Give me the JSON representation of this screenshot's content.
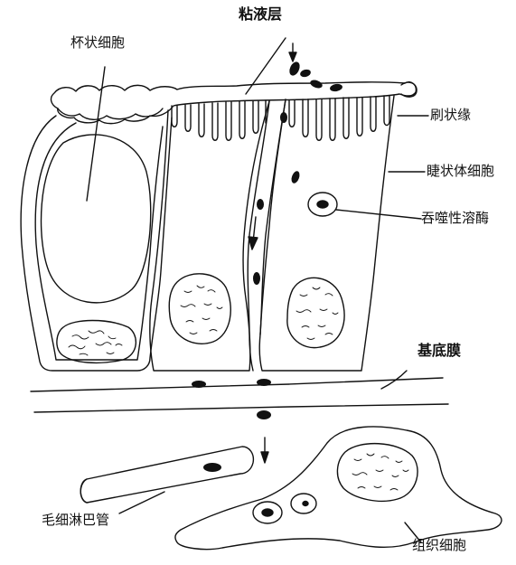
{
  "labels": {
    "mucus_layer": "粘液层",
    "goblet_cell": "杯状细胞",
    "brush_border": "刷状缘",
    "ciliated_cell": "睫状体细胞",
    "phagolysosome": "吞噬性溶酶",
    "basement_membrane": "基底膜",
    "lymph_capillary": "毛细淋巴管",
    "histiocyte": "组织细胞"
  },
  "colors": {
    "ink": "#111111",
    "background": "#ffffff"
  }
}
